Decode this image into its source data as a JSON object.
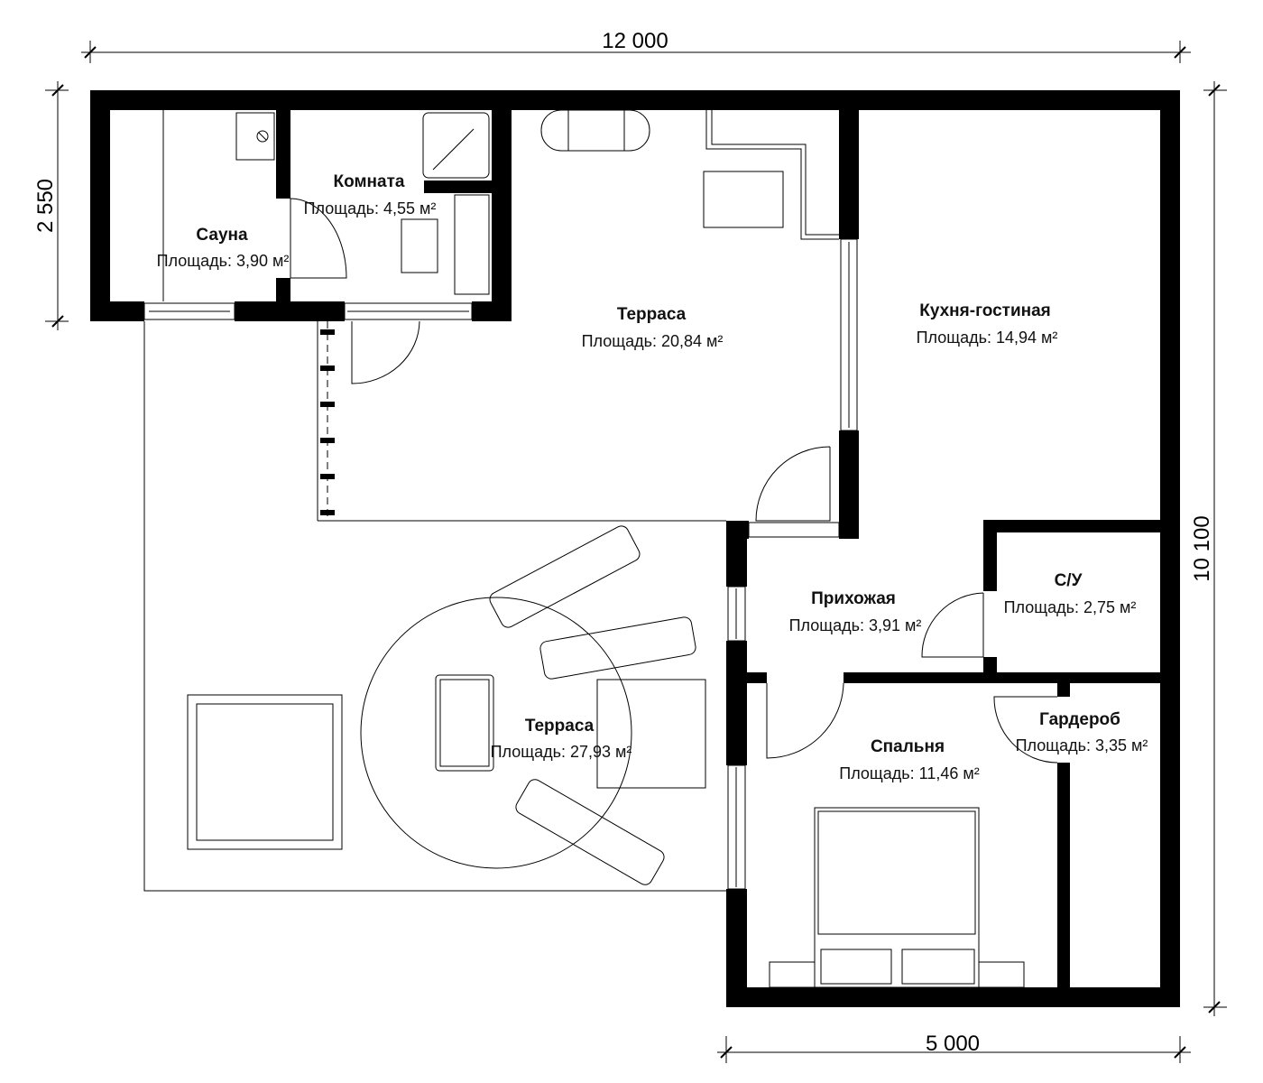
{
  "dimensions": {
    "top": "12 000",
    "left": "2 550",
    "right": "10 100",
    "bottom": "5 000"
  },
  "rooms": [
    {
      "name": "Сауна",
      "area": "Площадь: 3,90 м²"
    },
    {
      "name": "Комната",
      "area": "Площадь: 4,55 м²"
    },
    {
      "name": "Терраса",
      "area": "Площадь: 20,84 м²"
    },
    {
      "name": "Кухня-гостиная",
      "area": "Площадь: 14,94 м²"
    },
    {
      "name": "С/У",
      "area": "Площадь: 2,75 м²"
    },
    {
      "name": "Прихожая",
      "area": "Площадь: 3,91 м²"
    },
    {
      "name": "Гардероб",
      "area": "Площадь: 3,35 м²"
    },
    {
      "name": "Спальня",
      "area": "Площадь: 11,46 м²"
    },
    {
      "name": "Терраса",
      "area": "Площадь: 27,93 м²"
    }
  ]
}
